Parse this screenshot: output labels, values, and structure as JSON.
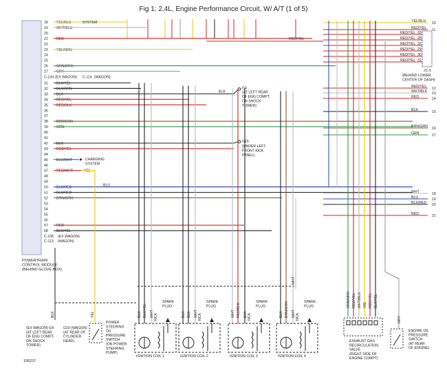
{
  "title": "Fig 1: 2.4L, Engine Performance Circuit, W/ A/T (1 of 5)",
  "figure_id": "195237",
  "pcm": {
    "label_lines": [
      "POWERTRAIN",
      "CONTROL MODULE",
      "(BEHIND GLOVE BOX)"
    ],
    "connector_c134": "C-134",
    "c134_note": "(EX WAGON)",
    "connector_c114": "C-114",
    "c114_note": "(WAGON)",
    "connector_c135": "C-135",
    "c135_note": "(EX WAGON)",
    "connector_c113": "C-113",
    "c113_note": "(WAGON)"
  },
  "pins": [
    {
      "num": "18",
      "wire": "YEL/BLU"
    },
    {
      "num": "19",
      "wire": "WHT/BLU"
    },
    {
      "num": "20",
      "wire": ""
    },
    {
      "num": "21",
      "wire": "RED"
    },
    {
      "num": "22",
      "wire": ""
    },
    {
      "num": "23",
      "wire": "YEL/GRN"
    },
    {
      "num": "24",
      "wire": ""
    },
    {
      "num": "25",
      "wire": ""
    },
    {
      "num": "26",
      "wire": "GRN/ORG"
    },
    {
      "num": "27",
      "wire": "GRY"
    },
    {
      "num": "31",
      "wire": "BLK/YEL"
    },
    {
      "num": "32",
      "wire": "BLK/GRN"
    },
    {
      "num": "33",
      "wire": "BLK"
    },
    {
      "num": "34",
      "wire": "RED/YEL"
    },
    {
      "num": "35",
      "wire": "RED/BLK"
    },
    {
      "num": "36",
      "wire": ""
    },
    {
      "num": "37",
      "wire": ""
    },
    {
      "num": "38",
      "wire": "BRN/GRN"
    },
    {
      "num": "39",
      "wire": "GRN"
    },
    {
      "num": "40",
      "wire": ""
    },
    {
      "num": "41",
      "wire": ""
    },
    {
      "num": "42",
      "wire": "BLK"
    },
    {
      "num": "43",
      "wire": "RED/YEL"
    },
    {
      "num": "44",
      "wire": ""
    },
    {
      "num": "45",
      "wire": "BLU/WHT"
    },
    {
      "num": "46",
      "wire": ""
    },
    {
      "num": "47",
      "wire": "RED/WHT"
    },
    {
      "num": "48",
      "wire": ""
    },
    {
      "num": "49",
      "wire": ""
    },
    {
      "num": "50",
      "wire": "BLK/RED"
    },
    {
      "num": "51",
      "wire": "BLK/RED"
    },
    {
      "num": "52",
      "wire": "BRN/GRN"
    },
    {
      "num": "53",
      "wire": ""
    },
    {
      "num": "54",
      "wire": ""
    },
    {
      "num": "55",
      "wire": ""
    },
    {
      "num": "56",
      "wire": ""
    },
    {
      "num": "57",
      "wire": "RED"
    },
    {
      "num": "58",
      "wire": "BLK/YEL"
    }
  ],
  "inline_labels": {
    "system": "SYSTEM",
    "red_yel_mid": "RED/YEL",
    "charging_system": [
      "CHARGING",
      "SYSTEM"
    ],
    "yel_47": "YEL",
    "blu_50": "BLU",
    "blk_33": "BLK"
  },
  "grounds": {
    "g4": {
      "name": "G4",
      "lines": [
        "(AT LEFT REAR",
        "OF ENG COMPT,",
        "ON SHOCK",
        "TOWER)"
      ]
    },
    "g15": {
      "name": "G15",
      "lines": [
        "(UNDER LEFT",
        "FRONT KICK",
        "PANEL)"
      ]
    }
  },
  "right_wires": [
    {
      "label": "YEL/BLU",
      "num": "10"
    },
    {
      "label": "RED/YEL",
      "num": "11"
    },
    {
      "label": "RED/YEL",
      "num": "12"
    },
    {
      "label": "WHT/BLK",
      "num": "13"
    },
    {
      "label": "RED",
      "num": "14"
    },
    {
      "label": "BLK",
      "num": "15"
    },
    {
      "label": "BRN/GRN",
      "num": "16"
    },
    {
      "label": "GRN",
      "num": "17"
    },
    {
      "label": "WHT",
      "num": "18"
    },
    {
      "label": "BLU",
      "num": "19"
    },
    {
      "label": "BLK/RED",
      "num": "20"
    },
    {
      "label": "RED",
      "num": "21"
    }
  ],
  "jc5": {
    "pins": [
      {
        "label": "RED/YEL",
        "num": "33"
      },
      {
        "label": "RED/YEL",
        "num": "28"
      },
      {
        "label": "RED/YEL",
        "num": "32"
      },
      {
        "label": "RED/YEL",
        "num": "29"
      },
      {
        "label": "RED/YEL",
        "num": "30"
      },
      {
        "label": "RED/YEL",
        "num": "31"
      }
    ],
    "name": "JC-5",
    "lines": [
      "(BEHIND LOWER",
      "CENTER OF DASH)"
    ]
  },
  "components": {
    "g10": {
      "lines": [
        "G10 (WAGON)",
        "(AT REAR OF",
        "CYLINDER",
        "HEAD)"
      ]
    },
    "g4_wagon": {
      "lines": [
        "(EX WAGON) G4",
        "(AT LEFT REAR",
        "OF ENG COMPT,",
        "ON SHOCK",
        "TOWER)"
      ]
    },
    "ps_switch": {
      "lines": [
        "POWER",
        "STEERING",
        "OIL",
        "PRESSURE",
        "SWITCH",
        "(ON POWER",
        "STEERING",
        "PUMP)"
      ]
    },
    "coils": [
      {
        "name": "IGNITION COIL 1"
      },
      {
        "name": "IGNITION COIL 2"
      },
      {
        "name": "IGNITION COIL 3"
      },
      {
        "name": "IGNITION COIL 4"
      }
    ],
    "spark_plug": [
      "SPARK",
      "PLUG"
    ],
    "nca": "NCA",
    "egr": {
      "lines": [
        "EXHAUST GAS",
        "RECIRCULATION",
        "VALVE",
        "(RIGHT SIDE OF",
        "ENGINE COMPT)"
      ]
    },
    "oil_switch": {
      "lines": [
        "ENGINE OIL",
        "PRESSURE",
        "SWITCH",
        "(AT REAR",
        "OF ENGINE)"
      ]
    }
  },
  "coil_wire_labels": {
    "c1": [
      "BLK",
      "BLK/YEL",
      "WHT"
    ],
    "c2": [
      "BLK",
      "BLK",
      "WHT"
    ],
    "c3": [
      "WHT",
      "RED/BLK",
      "BLK"
    ],
    "c4": [
      "BLK",
      "BRN/GRN",
      "WHT"
    ],
    "egr": [
      "GRN/ORG",
      "RED/YEL",
      "WHT/BLU",
      "YEL",
      "RED/YEL",
      "BLK/YEL"
    ],
    "oil": "GRY",
    "ps": [
      "BLK",
      "YEL"
    ],
    "wht_mid": "WHT"
  },
  "colors": {
    "yellow": "#e8c800",
    "red": "#d62020",
    "black": "#222222",
    "blue": "#2040c8",
    "green": "#2a9a3a",
    "gray": "#9a9a9a",
    "brown": "#8a5a2a",
    "white_wire": "#b8b8b8",
    "pcm_fill": "#e6e6f4"
  }
}
